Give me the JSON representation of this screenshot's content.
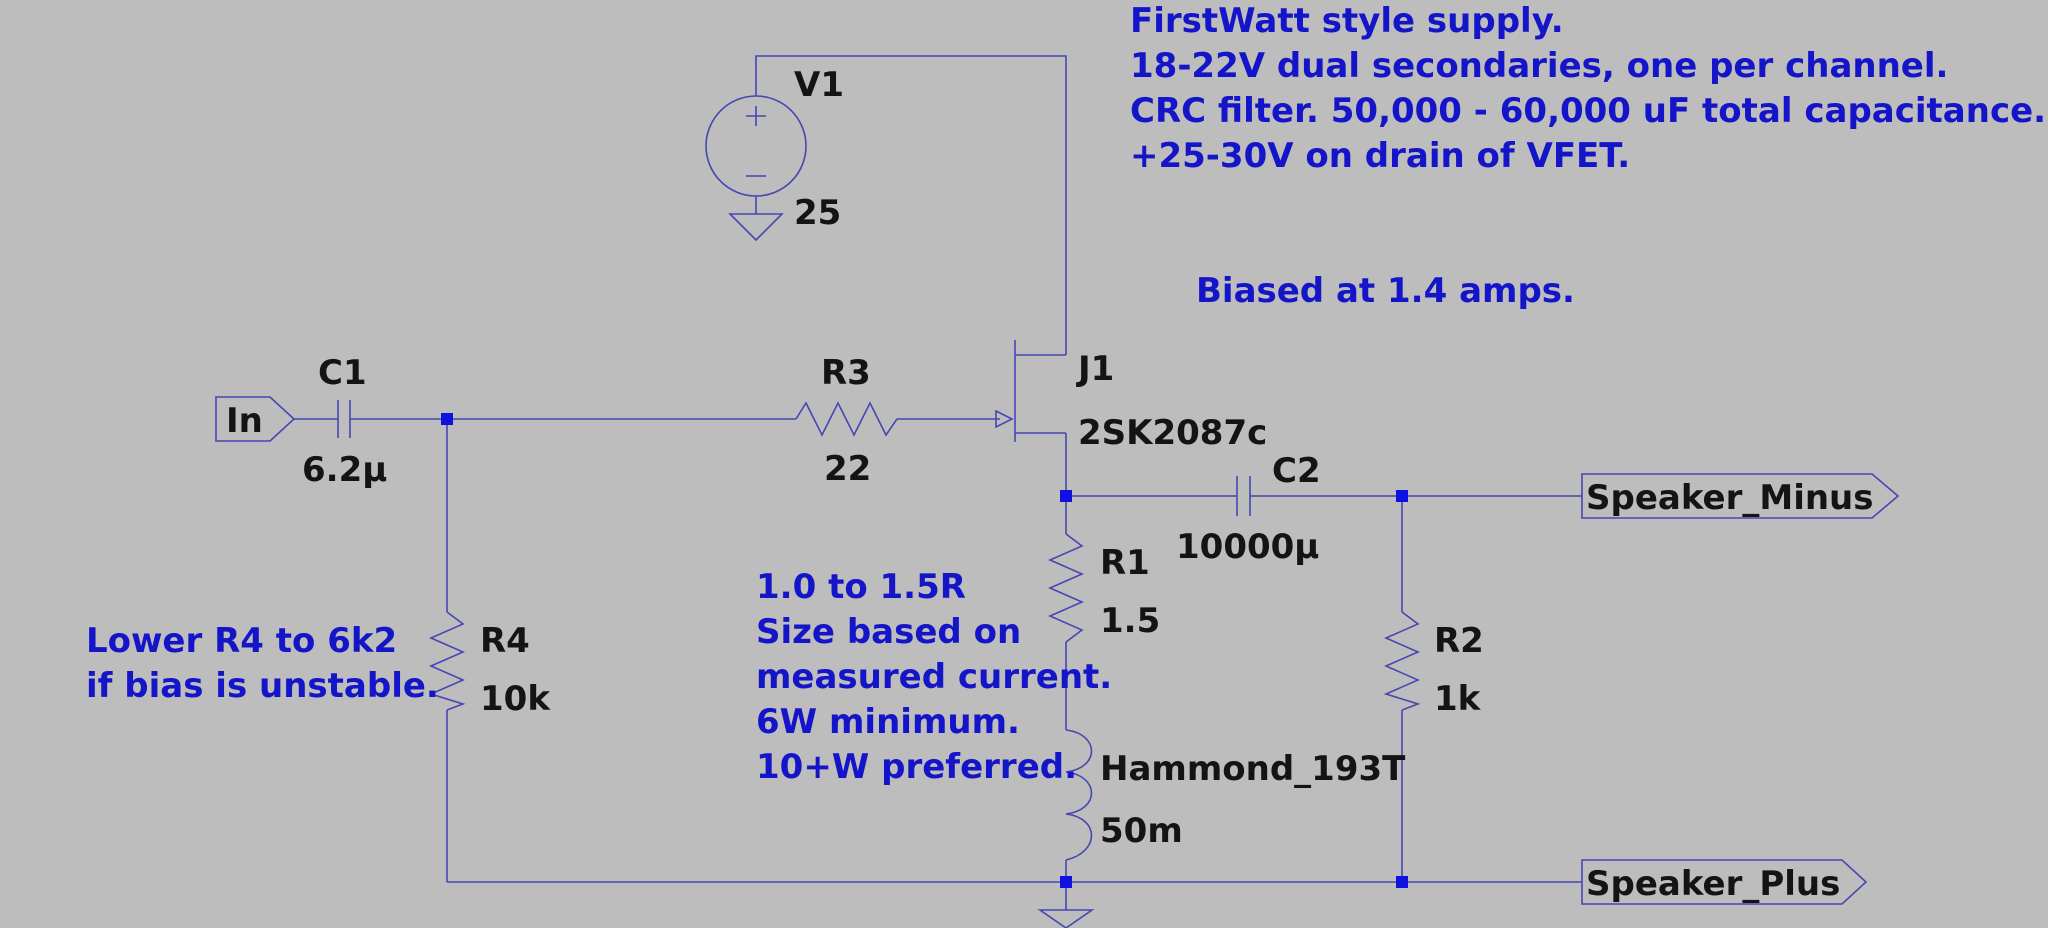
{
  "components": {
    "v1": {
      "name": "V1",
      "value": "25"
    },
    "c1": {
      "name": "C1",
      "value": "6.2μ"
    },
    "r3": {
      "name": "R3",
      "value": "22"
    },
    "j1": {
      "name": "J1",
      "value": "2SK2087c"
    },
    "c2": {
      "name": "C2",
      "value": "10000μ"
    },
    "r1": {
      "name": "R1",
      "value": "1.5"
    },
    "r4": {
      "name": "R4",
      "value": "10k"
    },
    "r2": {
      "name": "R2",
      "value": "1k"
    },
    "l1": {
      "name": "Hammond_193T",
      "value": "50m"
    }
  },
  "nets": {
    "input": "In",
    "speaker_minus": "Speaker_Minus",
    "speaker_plus": "Speaker_Plus"
  },
  "notes": {
    "supply": [
      "FirstWatt style supply.",
      "18-22V dual secondaries, one per channel.",
      "CRC filter. 50,000 - 60,000 uF total capacitance.",
      "+25-30V on drain of VFET."
    ],
    "bias": [
      "Biased at 1.4 amps."
    ],
    "r4": [
      "Lower R4 to 6k2",
      "if bias is unstable."
    ],
    "r1": [
      "1.0 to 1.5R",
      "Size based on",
      "measured current.",
      "6W minimum.",
      "10+W preferred."
    ]
  },
  "colors": {
    "background": "#bdbdbd",
    "wire": "#4646b4",
    "junction": "#1010e0",
    "note_text": "#1414c8",
    "label_text": "#141414"
  }
}
